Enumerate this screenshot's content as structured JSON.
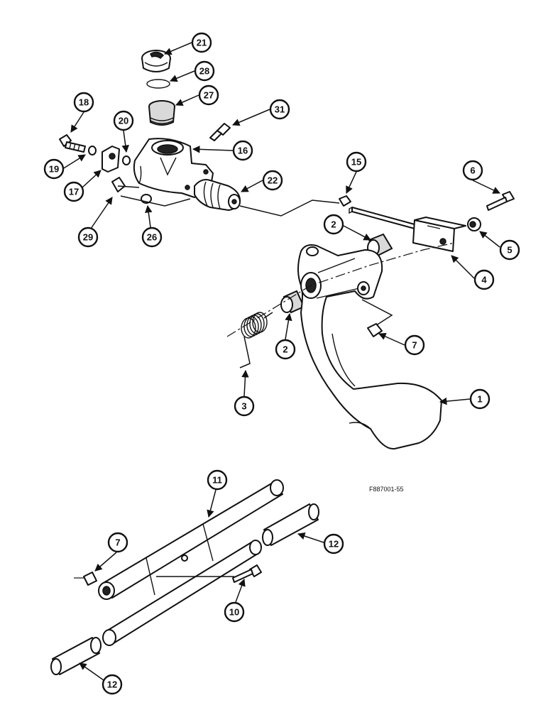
{
  "figure_ref": "F887001-55",
  "callouts": {
    "c21": "21",
    "c28": "28",
    "c27": "27",
    "c31": "31",
    "c18": "18",
    "c20": "20",
    "c16": "16",
    "c19": "19",
    "c17": "17",
    "c22": "22",
    "c15": "15",
    "c6": "6",
    "c29": "29",
    "c26": "26",
    "c2a": "2",
    "c5": "5",
    "c4": "4",
    "c2b": "2",
    "c7a": "7",
    "c3": "3",
    "c1": "1",
    "c11": "11",
    "c12a": "12",
    "c7b": "7",
    "c10": "10",
    "c12b": "12"
  }
}
